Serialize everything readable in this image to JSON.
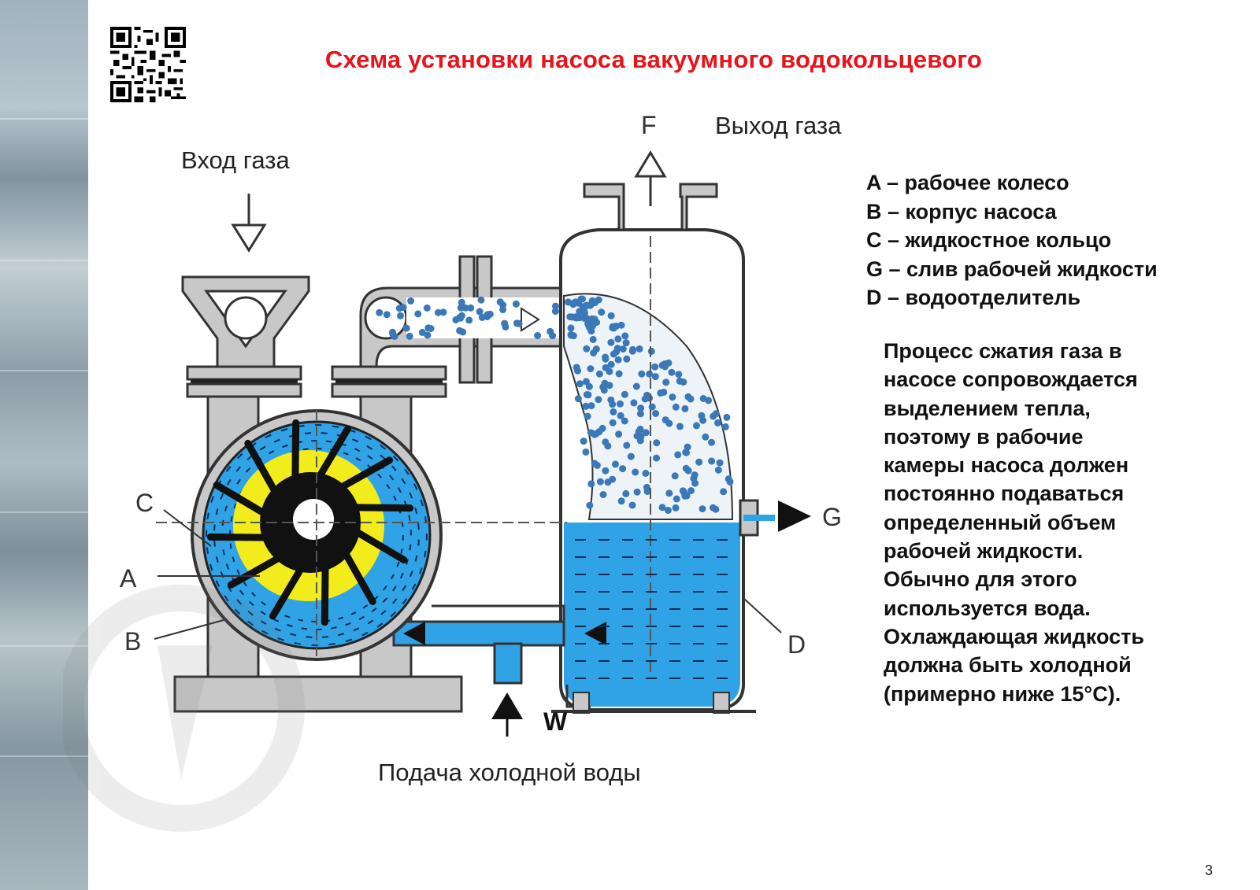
{
  "title": "Схема установки насоса вакуумного водокольцевого",
  "labels": {
    "gas_inlet": "Вход газа",
    "gas_outlet": "Выход газа",
    "cold_water_supply": "Подача холодной воды"
  },
  "markers": {
    "F": "F",
    "G": "G",
    "W": "W",
    "A": "A",
    "B": "B",
    "C": "C",
    "D": "D"
  },
  "legend": [
    "A – рабочее колесо",
    "B – корпус насоса",
    "C – жидкостное кольцо",
    "G – слив рабочей жидкости",
    "D – водоотделитель"
  ],
  "description": "Процесс сжатия газа в\nнасосе сопровождается\nвыделением  тепла,\nпоэтому  в  рабочие\nкамеры насоса должен\nпостоянно подаваться\nопределенный  объем\nрабочей  жидкости.\nОбычно  для  этого\nиспользуется  вода.\nОхлаждающая жидкость\nдолжна быть  холодной\n(примерно ниже 15°С).",
  "page_number": "3",
  "colors": {
    "title": "#e8131b",
    "water": "#2fa3e6",
    "impeller": "#111111",
    "impeller_core": "#f2ec1c",
    "metal": "#c8c8c8",
    "bubble": "#3a78b8"
  },
  "icons": {
    "qr": "qr-code-icon",
    "watermark": "company-logo-watermark"
  }
}
